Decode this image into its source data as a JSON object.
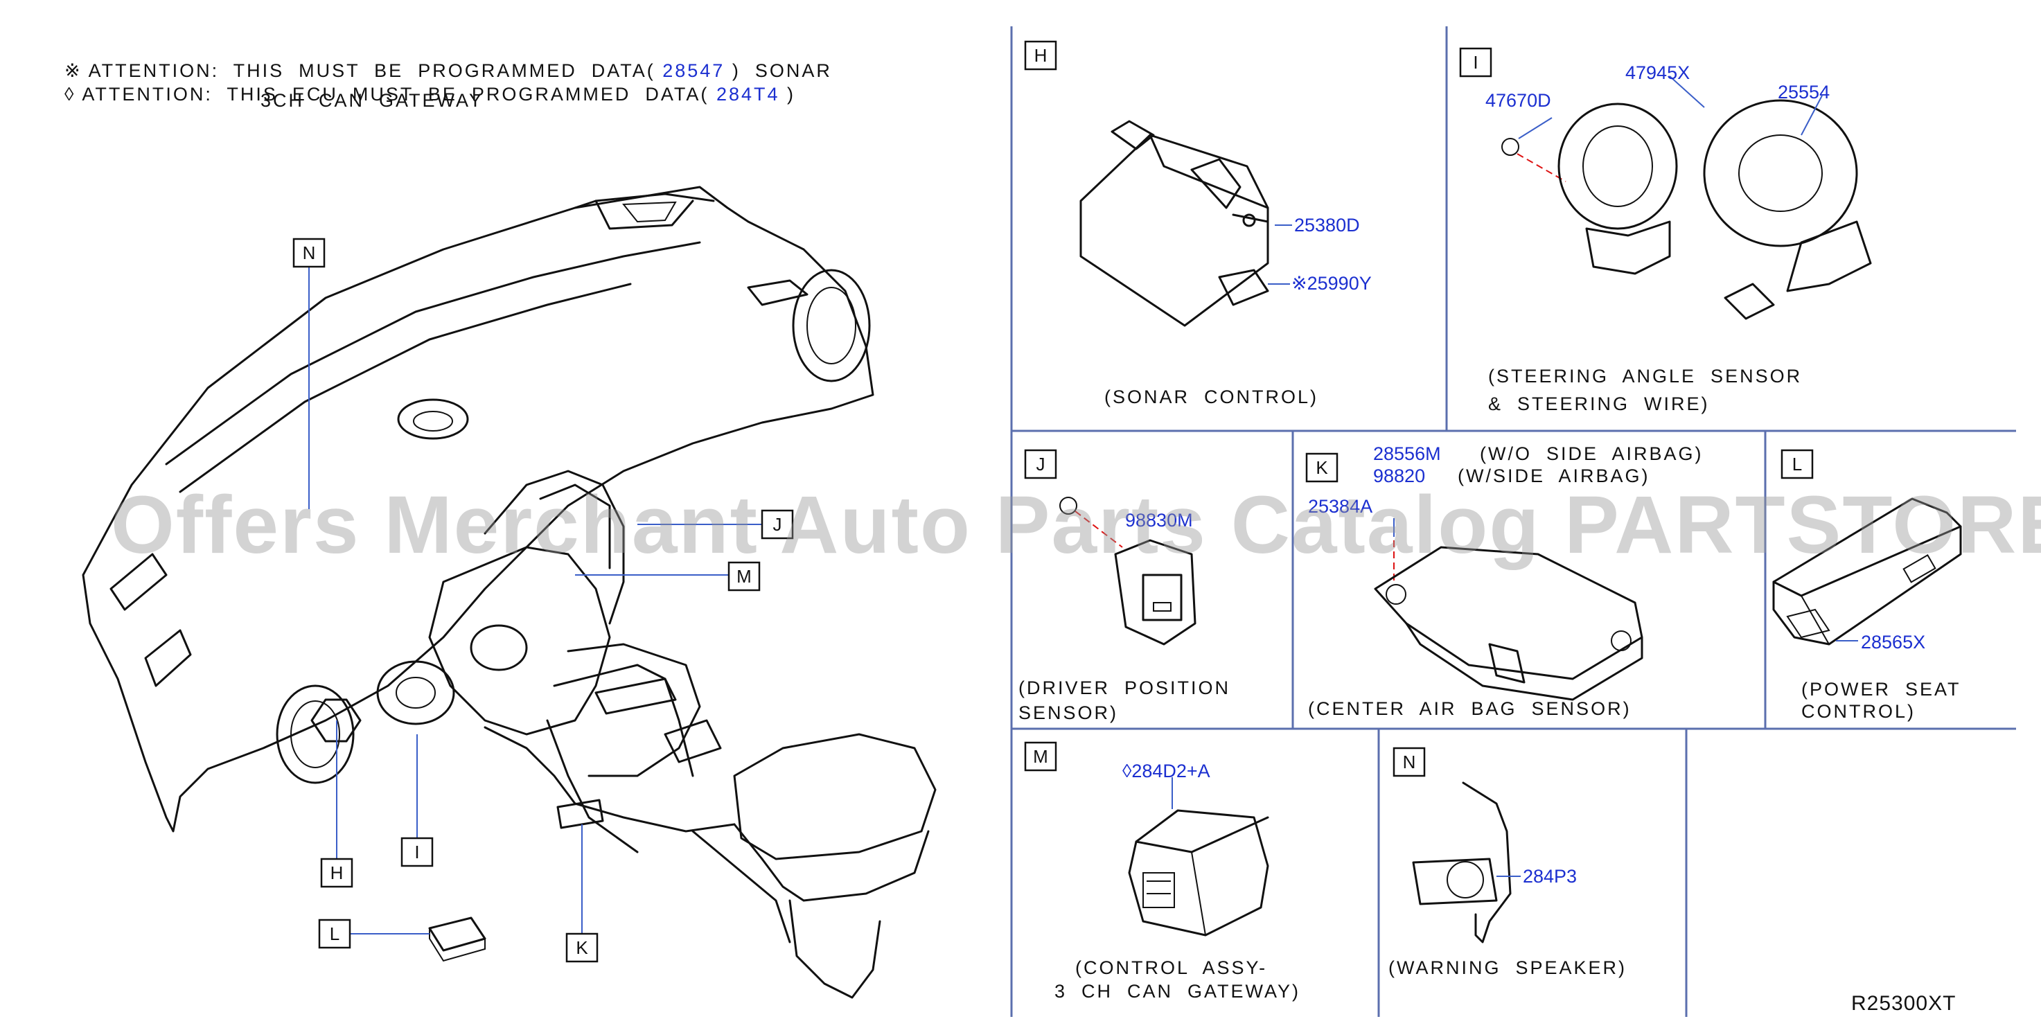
{
  "notes": {
    "line1_prefix": "※ ATTENTION:  THIS  MUST  BE  PROGRAMMED  DATA(",
    "line1_code": "28547",
    "line1_suffix": ")  SONAR",
    "line2_prefix": "◊ ATTENTION:  THIS  ECU  MUST  BE  PROGRAMMED  DATA(",
    "line2_code": "284T4",
    "line2_suffix": ")",
    "line3": "3CH  CAN  GATEWAY"
  },
  "overview_labels": {
    "N": "N",
    "J": "J",
    "M": "M",
    "H": "H",
    "I": "I",
    "L": "L",
    "K": "K"
  },
  "panels": {
    "H": {
      "letter": "H",
      "caption": "(SONAR  CONTROL)",
      "part1": "25380D",
      "part2": "※25990Y"
    },
    "I": {
      "letter": "I",
      "caption1": "(STEERING  ANGLE  SENSOR",
      "caption2": "&  STEERING  WIRE)",
      "part1": "47670D",
      "part2": "47945X",
      "part3": "25554"
    },
    "J": {
      "letter": "J",
      "caption1": "(DRIVER  POSITION",
      "caption2": "SENSOR)",
      "part1": "98830M"
    },
    "K": {
      "letter": "K",
      "caption": "(CENTER  AIR  BAG  SENSOR)",
      "part1": "28556M",
      "note1": "(W/O  SIDE  AIRBAG)",
      "part2": "98820",
      "note2": "(W/SIDE  AIRBAG)",
      "part3": "25384A"
    },
    "L": {
      "letter": "L",
      "caption1": "(POWER  SEAT",
      "caption2": "CONTROL)",
      "part1": "28565X"
    },
    "M": {
      "letter": "M",
      "caption1": "(CONTROL  ASSY-",
      "caption2": "3  CH  CAN  GATEWAY)",
      "part1": "◊284D2+A"
    },
    "N": {
      "letter": "N",
      "caption": "(WARNING  SPEAKER)",
      "part1": "284P3"
    }
  },
  "diagram_code": "R25300XT",
  "watermark": "Offers Merchant Auto Parts Catalog PARTSTORE.SA"
}
